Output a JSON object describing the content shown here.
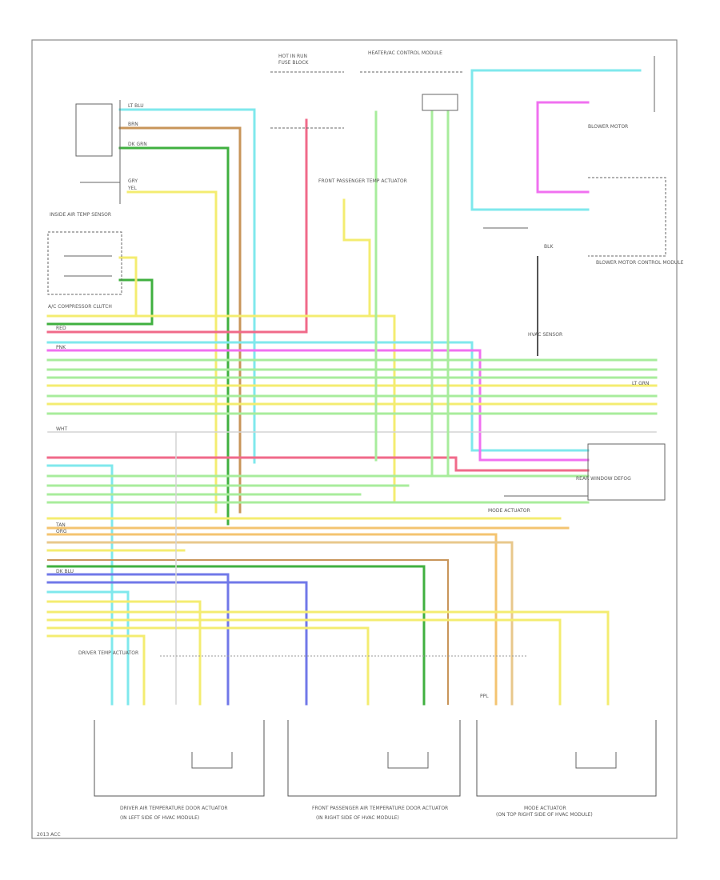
{
  "diagram": {
    "id": "2013 ACC",
    "labels": {
      "hot_in_run": "HOT IN RUN",
      "fuse_block": "FUSE BLOCK",
      "hvac_module_top": "HEATER/AC CONTROL MODULE",
      "front_passenger_temp_actuator": "FRONT PASSENGER TEMP ACTUATOR",
      "driver_temp_actuator": "DRIVER TEMP ACTUATOR",
      "mode_actuator": "MODE ACTUATOR",
      "rear_window_defog": "REAR WINDOW DEFOG",
      "blower_motor": "BLOWER MOTOR",
      "blower_motor_control": "BLOWER MOTOR CONTROL MODULE",
      "ac_compressor": "A/C COMPRESSOR CLUTCH",
      "hvac_sensor": "HVAC SENSOR",
      "inside_air_sensor": "INSIDE AIR TEMP SENSOR",
      "driver_panel_name": "DRIVER AIR TEMPERATURE DOOR ACTUATOR",
      "driver_panel_loc": "(IN LEFT SIDE OF HVAC MODULE)",
      "passenger_panel_name": "FRONT PASSENGER AIR TEMPERATURE DOOR ACTUATOR",
      "passenger_panel_loc": "(IN RIGHT SIDE OF HVAC MODULE)",
      "mode_panel_name": "MODE ACTUATOR",
      "mode_panel_loc": "(ON TOP RIGHT SIDE OF HVAC MODULE)"
    },
    "wires": {
      "lt_blu": "LT BLU",
      "brn": "BRN",
      "dk_grn": "DK GRN",
      "yel": "YEL",
      "gry": "GRY",
      "red": "RED",
      "pnk": "PNK",
      "org": "ORG",
      "tan": "TAN",
      "ppl": "PPL",
      "blk": "BLK",
      "lt_grn": "LT GRN",
      "dk_blu": "DK BLU",
      "wht": "WHT"
    },
    "colors": {
      "lt_blu": "#7fe8ec",
      "brn": "#c8955a",
      "dk_grn": "#40b040",
      "lt_grn": "#a8ec9c",
      "yel": "#f4ec70",
      "gry": "#bdbdbd",
      "red": "#f06a8a",
      "pnk": "#f070f0",
      "org": "#f4c470",
      "tan": "#e8c88c",
      "blk": "#555555",
      "dk_blu": "#7078e8",
      "line": "#666666"
    }
  }
}
